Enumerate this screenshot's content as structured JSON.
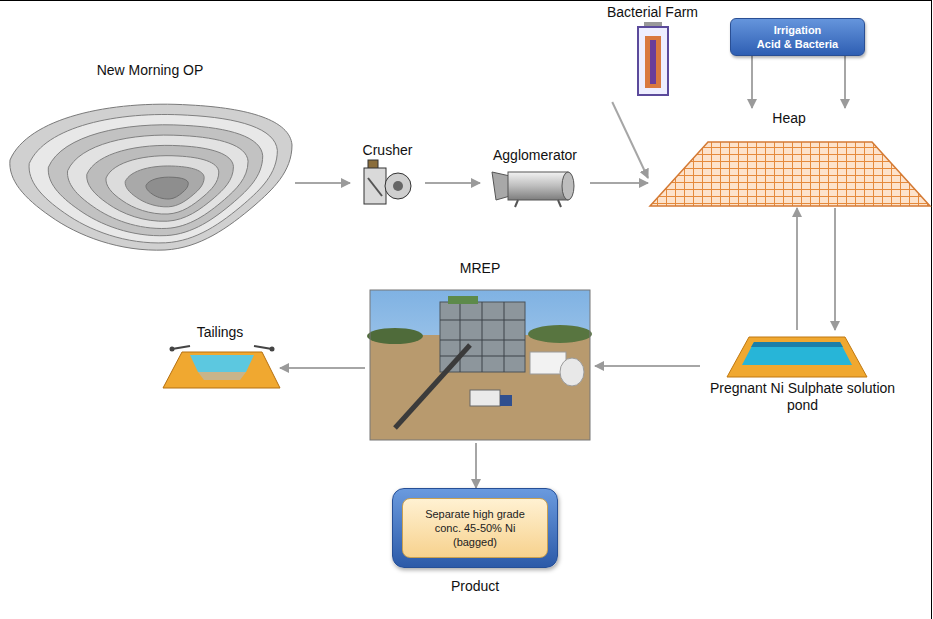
{
  "diagram": {
    "nodes": [
      {
        "text": [
          "New Morning OP"
        ]
      },
      {
        "text": [
          "Bacterial Farm"
        ]
      },
      {
        "text": [
          "Irrigation",
          "Acid & Bacteria"
        ]
      },
      {
        "text": [
          "Crusher"
        ]
      },
      {
        "text": [
          "Agglomerator"
        ]
      },
      {
        "text": [
          "Heap"
        ]
      },
      {
        "text": [
          "MREP"
        ]
      },
      {
        "text": [
          "Tailings"
        ]
      },
      {
        "text": [
          "Pregnant Ni Sulphate solution pond"
        ]
      },
      {
        "text": [
          "Separate high grade conc. 45-50% Ni (bagged)",
          "Product"
        ]
      }
    ],
    "edges": [
      {
        "from": 0,
        "to": 3,
        "arrow": "to"
      },
      {
        "from": 3,
        "to": 4,
        "arrow": "to"
      },
      {
        "from": 4,
        "to": 5,
        "arrow": "to"
      },
      {
        "from": 1,
        "to": 5,
        "arrow": "to"
      },
      {
        "from": 2,
        "to": 5,
        "arrow": "to"
      },
      {
        "from": 2,
        "to": 5,
        "arrow": "to"
      },
      {
        "from": 5,
        "to": 8,
        "arrow": "to"
      },
      {
        "from": 8,
        "to": 5,
        "arrow": "to"
      },
      {
        "from": 8,
        "to": 6,
        "arrow": "to"
      },
      {
        "from": 6,
        "to": 7,
        "arrow": "to"
      },
      {
        "from": 6,
        "to": 9,
        "arrow": "to"
      }
    ]
  }
}
